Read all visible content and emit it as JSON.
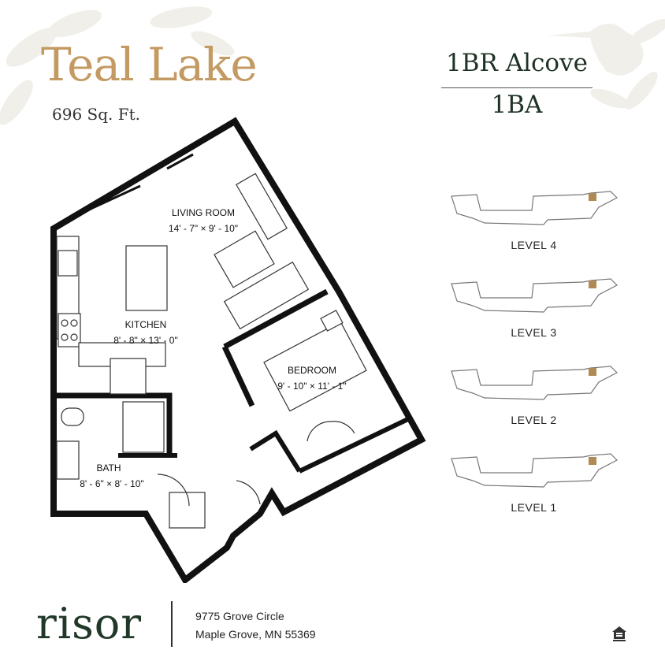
{
  "header": {
    "title": "Teal Lake",
    "square_feet": "696 Sq. Ft.",
    "unit_type": "1BR Alcove",
    "bathrooms": "1BA"
  },
  "colors": {
    "title": "#c49a63",
    "unit_text": "#1f3325",
    "highlight_unit": "#b08a55",
    "wall": "#111111",
    "logo": "#213828"
  },
  "floorplan": {
    "rooms": [
      {
        "name": "LIVING ROOM",
        "size": "14' - 7\" × 9' - 10\""
      },
      {
        "name": "KITCHEN",
        "size": "8' - 8\" × 13' - 0\""
      },
      {
        "name": "BEDROOM",
        "size": "9' - 10\" × 11' - 1\""
      },
      {
        "name": "BATH",
        "size": "8' - 6\" × 8' - 10\""
      }
    ]
  },
  "levels": [
    {
      "label": "LEVEL 4"
    },
    {
      "label": "LEVEL 3"
    },
    {
      "label": "LEVEL 2"
    },
    {
      "label": "LEVEL 1"
    }
  ],
  "footer": {
    "brand": "risor",
    "address_line1": "9775 Grove Circle",
    "address_line2": "Maple Grove, MN 55369",
    "badge_icon": "equal-housing-opportunity-icon"
  }
}
